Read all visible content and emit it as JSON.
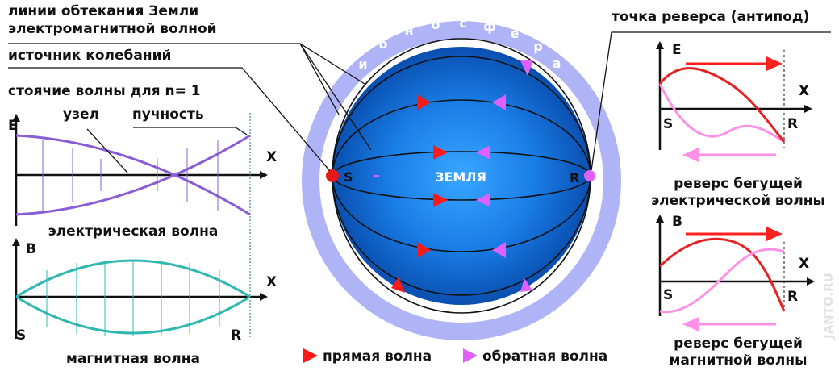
{
  "labels": {
    "lines_around_earth_1": "линии обтекания Земли",
    "lines_around_earth_2": "электромагнитной волной",
    "oscillation_source": "источник колебаний",
    "standing_waves": "стоячие волны для n= 1",
    "node": "узел",
    "antinode": "пучность",
    "electric_wave": "электрическая волна",
    "magnetic_wave": "магнитная волна",
    "reverse_point": "точка реверса (антипод)",
    "reverse_electric_1": "реверс бегущей",
    "reverse_electric_2": "электрической волны",
    "reverse_magnetic_1": "реверс бегущей",
    "reverse_magnetic_2": "магнитной волны",
    "direct_wave": "прямая волна",
    "reverse_wave": "обратная волна"
  },
  "axes": {
    "e": "E",
    "b": "B",
    "x": "X",
    "s": "S",
    "r": "R"
  },
  "earth": {
    "label": "ЗЕМЛЯ",
    "ionosphere_letters": [
      "и",
      "о",
      "н",
      "о",
      "с",
      "ф",
      "е",
      "р",
      "а"
    ],
    "point_s": "S",
    "point_r": "R"
  },
  "watermark": "JANTO.RU",
  "colors": {
    "direct": "#ff1a1a",
    "reverse": "#e060ff",
    "electric_standing": "#8a5cd8",
    "magnetic_standing": "#2fb8b0",
    "electric_travel": "#e02020",
    "magnetic_travel": "#ff80e0",
    "ionosphere": "#aab0f4",
    "earth_center": "#1a7fe8",
    "earth_edge": "#0a52b8"
  },
  "icons": {
    "direct_legend": "red-triangle-icon",
    "reverse_legend": "magenta-triangle-icon"
  }
}
